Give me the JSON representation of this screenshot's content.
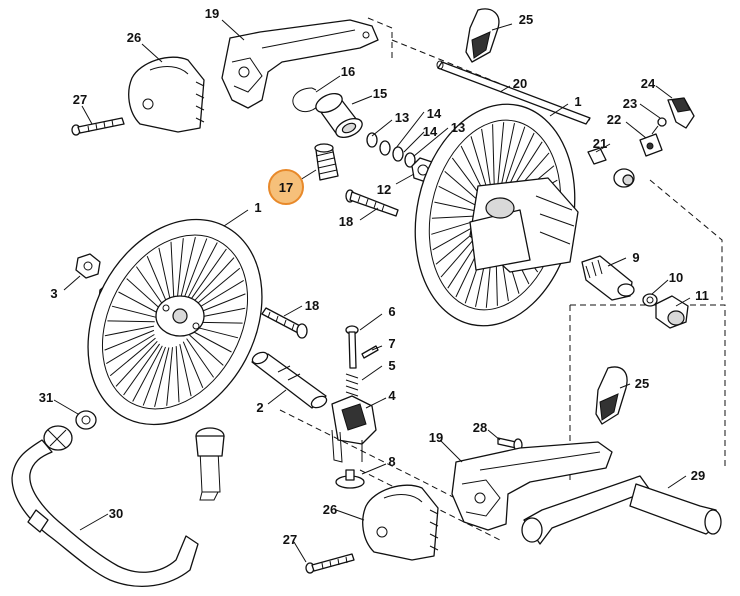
{
  "callouts": {
    "c19_top": "19",
    "c26_top": "26",
    "c25_top": "25",
    "c20": "20",
    "c16": "16",
    "c15": "15",
    "c13a": "13",
    "c14a": "14",
    "c14b": "14",
    "c13b": "13",
    "c27_top": "27",
    "c24": "24",
    "c23": "23",
    "c22": "22",
    "c21": "21",
    "c1_right": "1",
    "c12": "12",
    "c18_top": "18",
    "c1_left": "1",
    "c9": "9",
    "c10": "10",
    "c11": "11",
    "c3": "3",
    "c18_mid": "18",
    "c6": "6",
    "c7": "7",
    "c5": "5",
    "c25_bottom": "25",
    "c2": "2",
    "c4": "4",
    "c31": "31",
    "c28": "28",
    "c19_bottom": "19",
    "c8": "8",
    "c29": "29",
    "c30": "30",
    "c26_bottom": "26",
    "c27_bottom": "27"
  },
  "highlight": {
    "label": "17",
    "fill": "#f6c07a",
    "stroke": "#e8892a"
  }
}
